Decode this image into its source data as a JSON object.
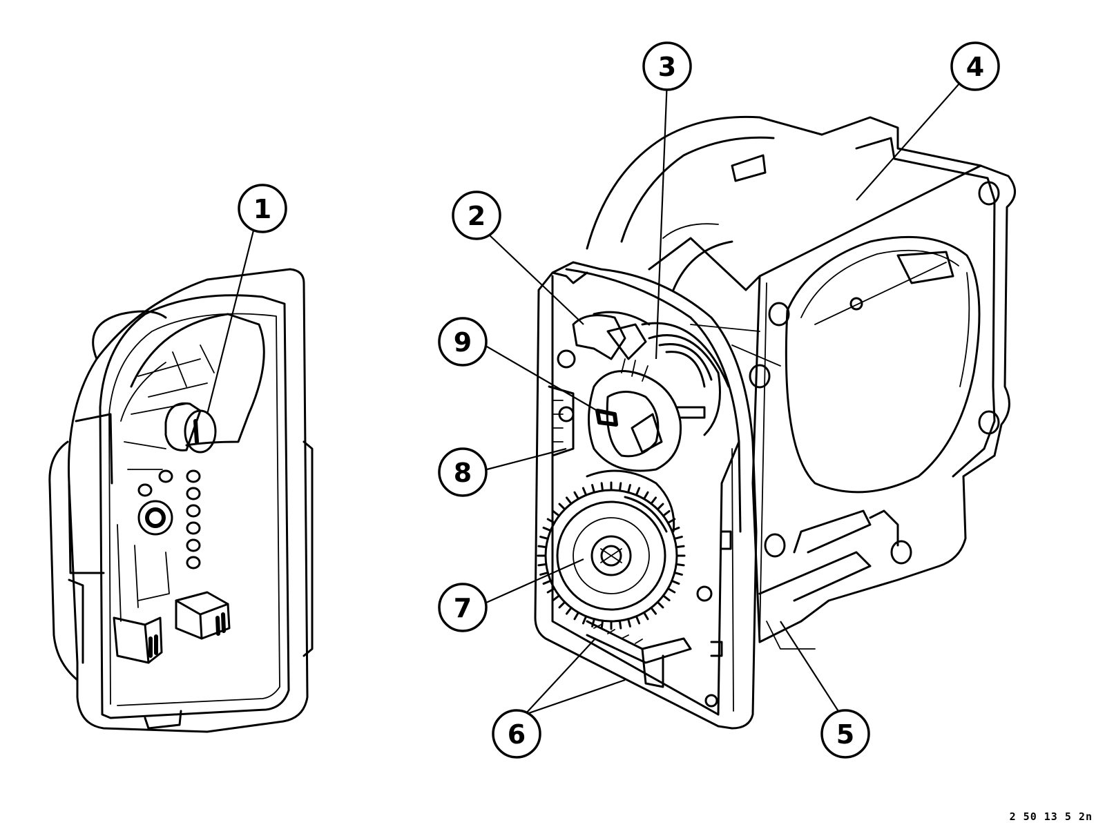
{
  "callouts": [
    {
      "id": "1",
      "label": "1"
    },
    {
      "id": "2",
      "label": "2"
    },
    {
      "id": "3",
      "label": "3"
    },
    {
      "id": "4",
      "label": "4"
    },
    {
      "id": "5",
      "label": "5"
    },
    {
      "id": "6",
      "label": "6"
    },
    {
      "id": "7",
      "label": "7"
    },
    {
      "id": "8",
      "label": "8"
    },
    {
      "id": "9",
      "label": "9"
    }
  ],
  "reference_code": "2 50 13 5 2n"
}
